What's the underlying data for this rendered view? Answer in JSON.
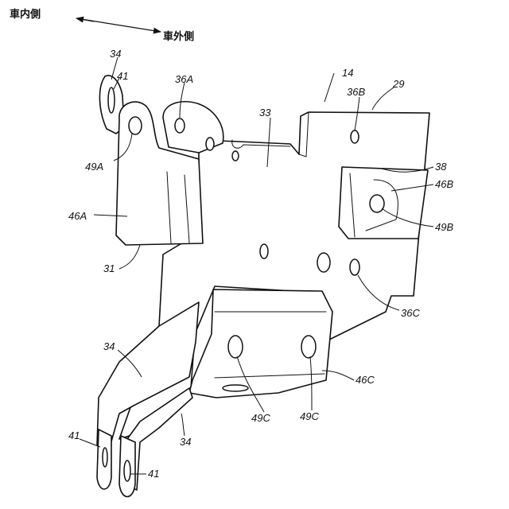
{
  "direction": {
    "inner_side": "車内側",
    "outer_side": "車外側"
  },
  "labels": {
    "ref_14": "14",
    "ref_29": "29",
    "ref_31": "31",
    "ref_33": "33",
    "ref_34_top": "34",
    "ref_34_mid": "34",
    "ref_34_low": "34",
    "ref_36A": "36A",
    "ref_36B": "36B",
    "ref_36C": "36C",
    "ref_38": "38",
    "ref_41_top": "41",
    "ref_41_left": "41",
    "ref_41_bottom": "41",
    "ref_46A": "46A",
    "ref_46B": "46B",
    "ref_46C": "46C",
    "ref_49A": "49A",
    "ref_49B": "49B",
    "ref_49C_left": "49C",
    "ref_49C_right": "49C"
  }
}
